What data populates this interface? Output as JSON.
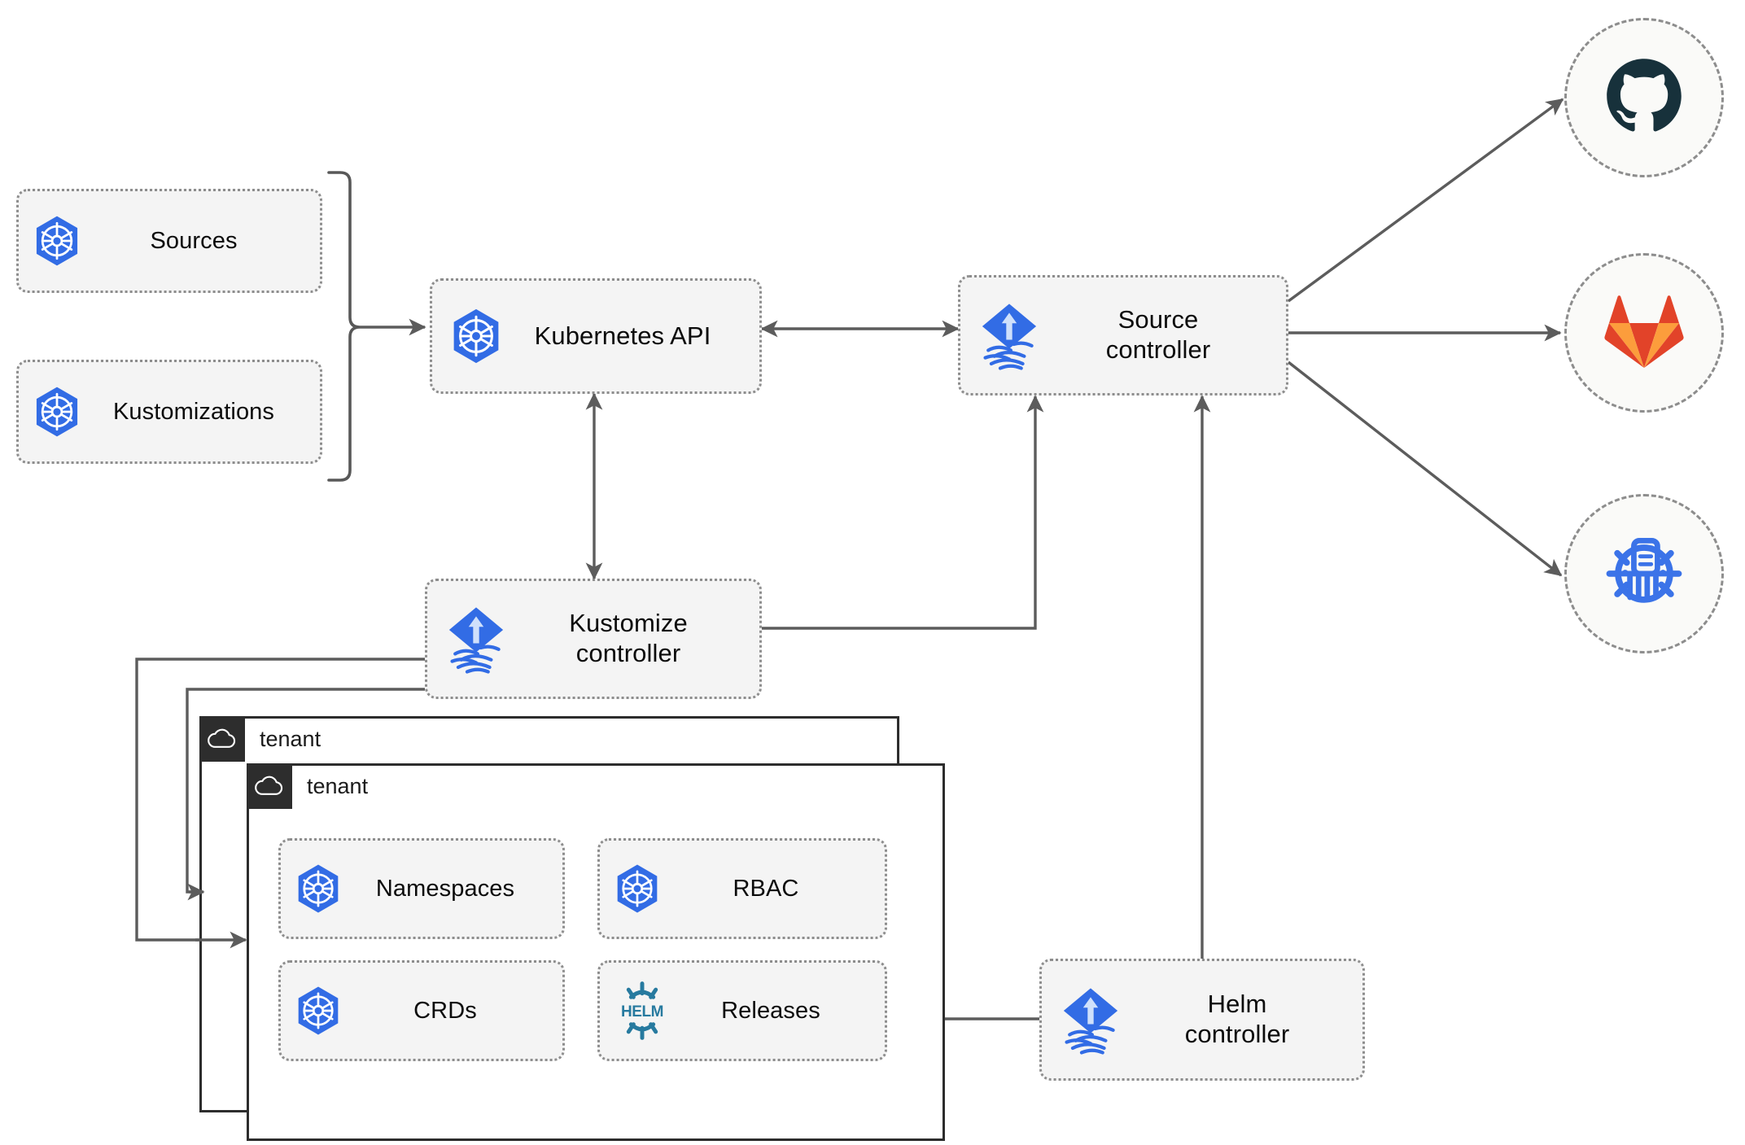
{
  "diagram": {
    "title": "Flux multi-tenancy architecture",
    "colors": {
      "kubernetes_blue": "#326CE5",
      "flux_blue": "#326CE5",
      "helm_teal": "#277A9F",
      "gitlab_orange": "#E24329",
      "gitlab_light_orange": "#FC9D3C",
      "github_navy": "#17313B",
      "node_fill": "#F4F4F4",
      "node_border": "#8D8D8D",
      "line": "#5C5C5C",
      "tenant_header": "#2D2D2D"
    },
    "resources": [
      {
        "id": "sources",
        "label": "Sources",
        "icon": "kubernetes-icon"
      },
      {
        "id": "kustomizations",
        "label": "Kustomizations",
        "icon": "kubernetes-icon"
      }
    ],
    "core": [
      {
        "id": "kubernetes-api",
        "label": "Kubernetes API",
        "icon": "kubernetes-icon"
      },
      {
        "id": "source-controller",
        "label": "Source\ncontroller",
        "icon": "flux-icon"
      },
      {
        "id": "kustomize-controller",
        "label": "Kustomize\ncontroller",
        "icon": "flux-icon"
      },
      {
        "id": "helm-controller",
        "label": "Helm\ncontroller",
        "icon": "flux-icon"
      }
    ],
    "endpoints": [
      {
        "id": "github",
        "label": "github-icon",
        "icon": "github-icon"
      },
      {
        "id": "gitlab",
        "label": "gitlab-icon",
        "icon": "gitlab-icon"
      },
      {
        "id": "helm-registry",
        "label": "helm-registry-icon",
        "icon": "helm-registry-icon"
      }
    ],
    "tenants": [
      {
        "id": "tenant-back",
        "label": "tenant",
        "icon": "cloud-icon"
      },
      {
        "id": "tenant-front",
        "label": "tenant",
        "icon": "cloud-icon"
      }
    ],
    "tenant_items": [
      {
        "id": "namespaces",
        "label": "Namespaces",
        "icon": "kubernetes-icon"
      },
      {
        "id": "rbac",
        "label": "RBAC",
        "icon": "kubernetes-icon"
      },
      {
        "id": "crds",
        "label": "CRDs",
        "icon": "kubernetes-icon"
      },
      {
        "id": "releases",
        "label": "Releases",
        "icon": "helm-icon"
      }
    ]
  }
}
